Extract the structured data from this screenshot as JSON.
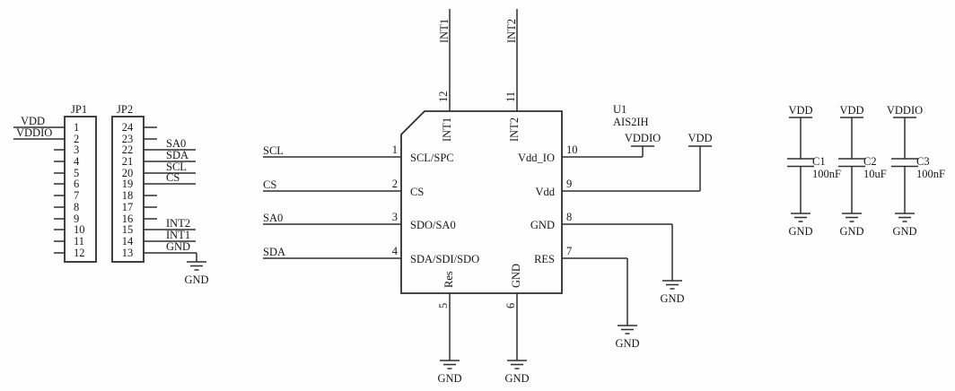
{
  "power_labels": {
    "vdd": "VDD",
    "vddio": "VDDIO",
    "gnd": "GND"
  },
  "jp1": {
    "ref": "JP1",
    "pins": [
      "1",
      "2",
      "3",
      "4",
      "5",
      "6",
      "7",
      "8",
      "9",
      "10",
      "11",
      "12"
    ],
    "net_vdd": "VDD",
    "net_vddio": "VDDIO"
  },
  "jp2": {
    "ref": "JP2",
    "pins": [
      "24",
      "23",
      "22",
      "21",
      "20",
      "19",
      "18",
      "17",
      "16",
      "15",
      "14",
      "13"
    ],
    "net_sa0": "SA0",
    "net_sda": "SDA",
    "net_scl": "SCL",
    "net_cs": "CS",
    "net_int2": "INT2",
    "net_int1": "INT1",
    "net_gnd": "GND"
  },
  "ic": {
    "ref": "U1",
    "part": "AIS2IH",
    "left_pins": [
      {
        "num": "1",
        "name": "SCL/SPC",
        "net": "SCL"
      },
      {
        "num": "2",
        "name": "CS",
        "net": "CS"
      },
      {
        "num": "3",
        "name": "SDO/SA0",
        "net": "SA0"
      },
      {
        "num": "4",
        "name": "SDA/SDI/SDO",
        "net": "SDA"
      }
    ],
    "right_pins": [
      {
        "num": "10",
        "name": "Vdd_IO",
        "rail": "VDDIO"
      },
      {
        "num": "9",
        "name": "Vdd",
        "rail": "VDD"
      },
      {
        "num": "8",
        "name": "GND"
      },
      {
        "num": "7",
        "name": "RES"
      }
    ],
    "top_pins": [
      {
        "num": "12",
        "name": "INT1",
        "net": "INT1"
      },
      {
        "num": "11",
        "name": "INT2",
        "net": "INT2"
      }
    ],
    "bottom_pins": [
      {
        "num": "5",
        "name": "Res"
      },
      {
        "num": "6",
        "name": "GND"
      }
    ]
  },
  "capacitors": [
    {
      "ref": "C1",
      "value": "100nF",
      "rail": "VDD"
    },
    {
      "ref": "C2",
      "value": "10uF",
      "rail": "VDD"
    },
    {
      "ref": "C3",
      "value": "100nF",
      "rail": "VDDIO"
    }
  ],
  "colors": {
    "wire": "#2e2e2e",
    "background": "#ffffff"
  }
}
